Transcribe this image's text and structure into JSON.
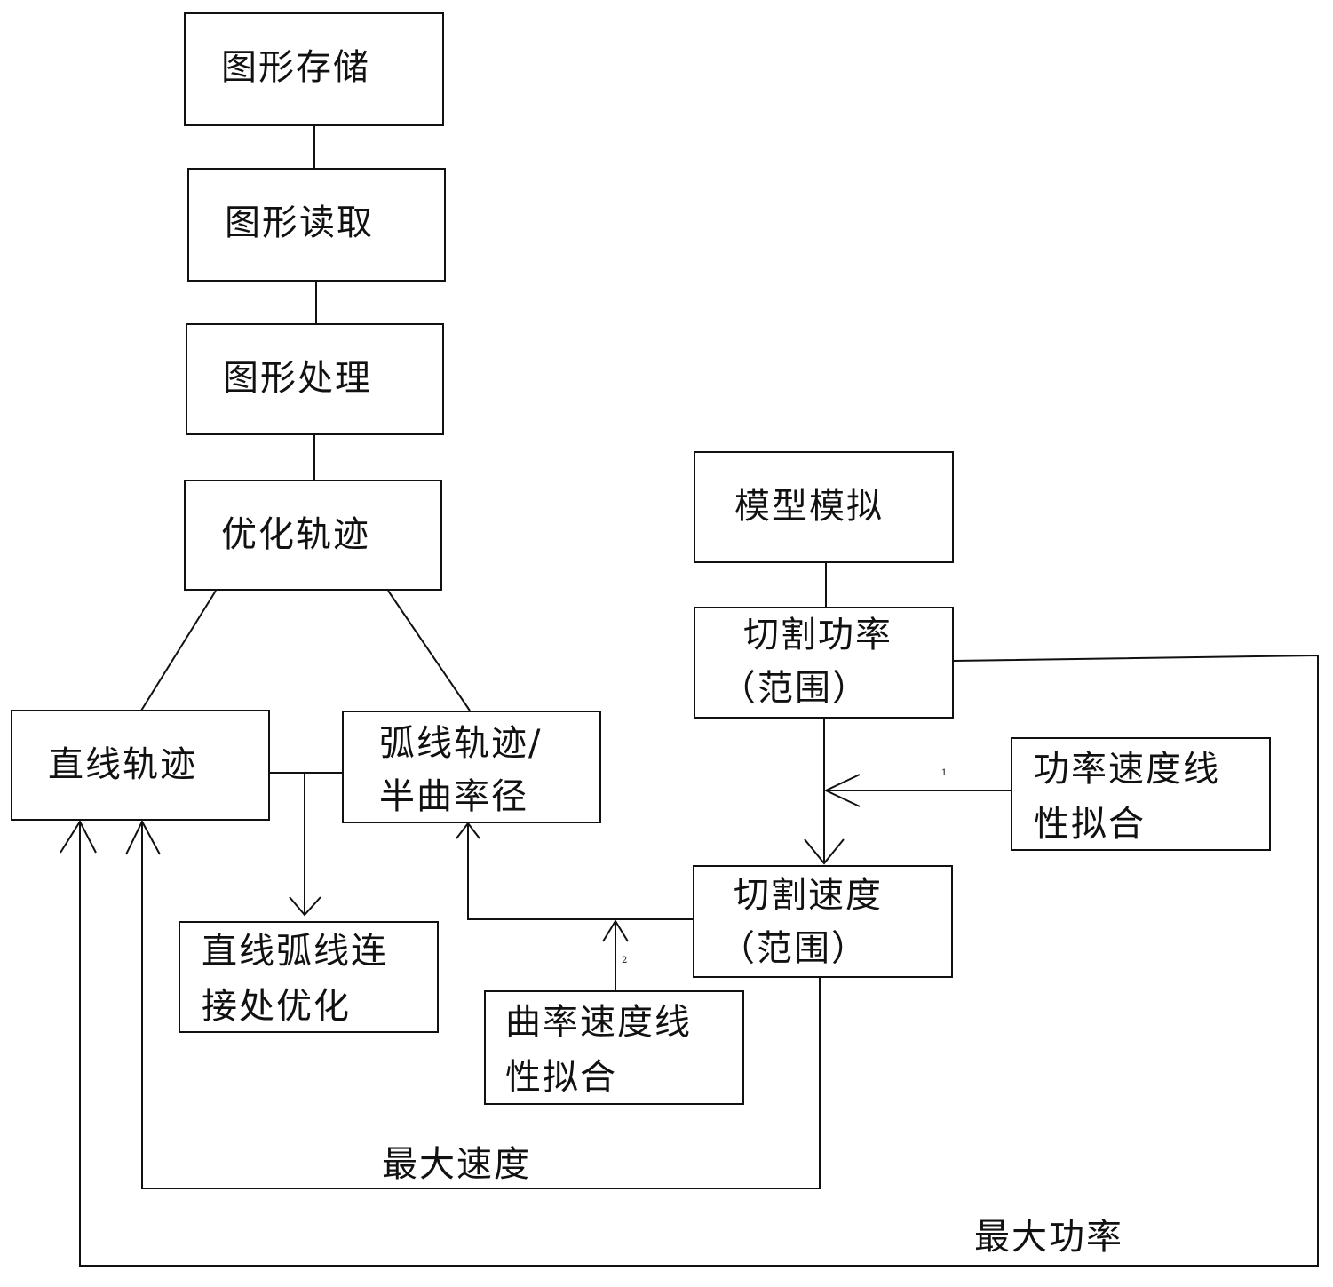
{
  "nodes": {
    "storage": "图形存储",
    "read": "图形读取",
    "process": "图形处理",
    "optimize": "优化轨迹",
    "straight": "直线轨迹",
    "arc_line1": "弧线轨迹/",
    "arc_line2": "半曲率径",
    "joint_line1": "直线弧线连",
    "joint_line2": "接处优化",
    "model": "模型模拟",
    "power_line1": "切割功率",
    "power_line2": "（范围）",
    "speed_line1": "切割速度",
    "speed_line2": "（范围）",
    "psfit_line1": "功率速度线",
    "psfit_line2": "性拟合",
    "csfit_line1": "曲率速度线",
    "csfit_line2": "性拟合"
  },
  "labels": {
    "max_speed": "最大速度",
    "max_power": "最大功率",
    "arrow1": "1",
    "arrow2": "2"
  }
}
